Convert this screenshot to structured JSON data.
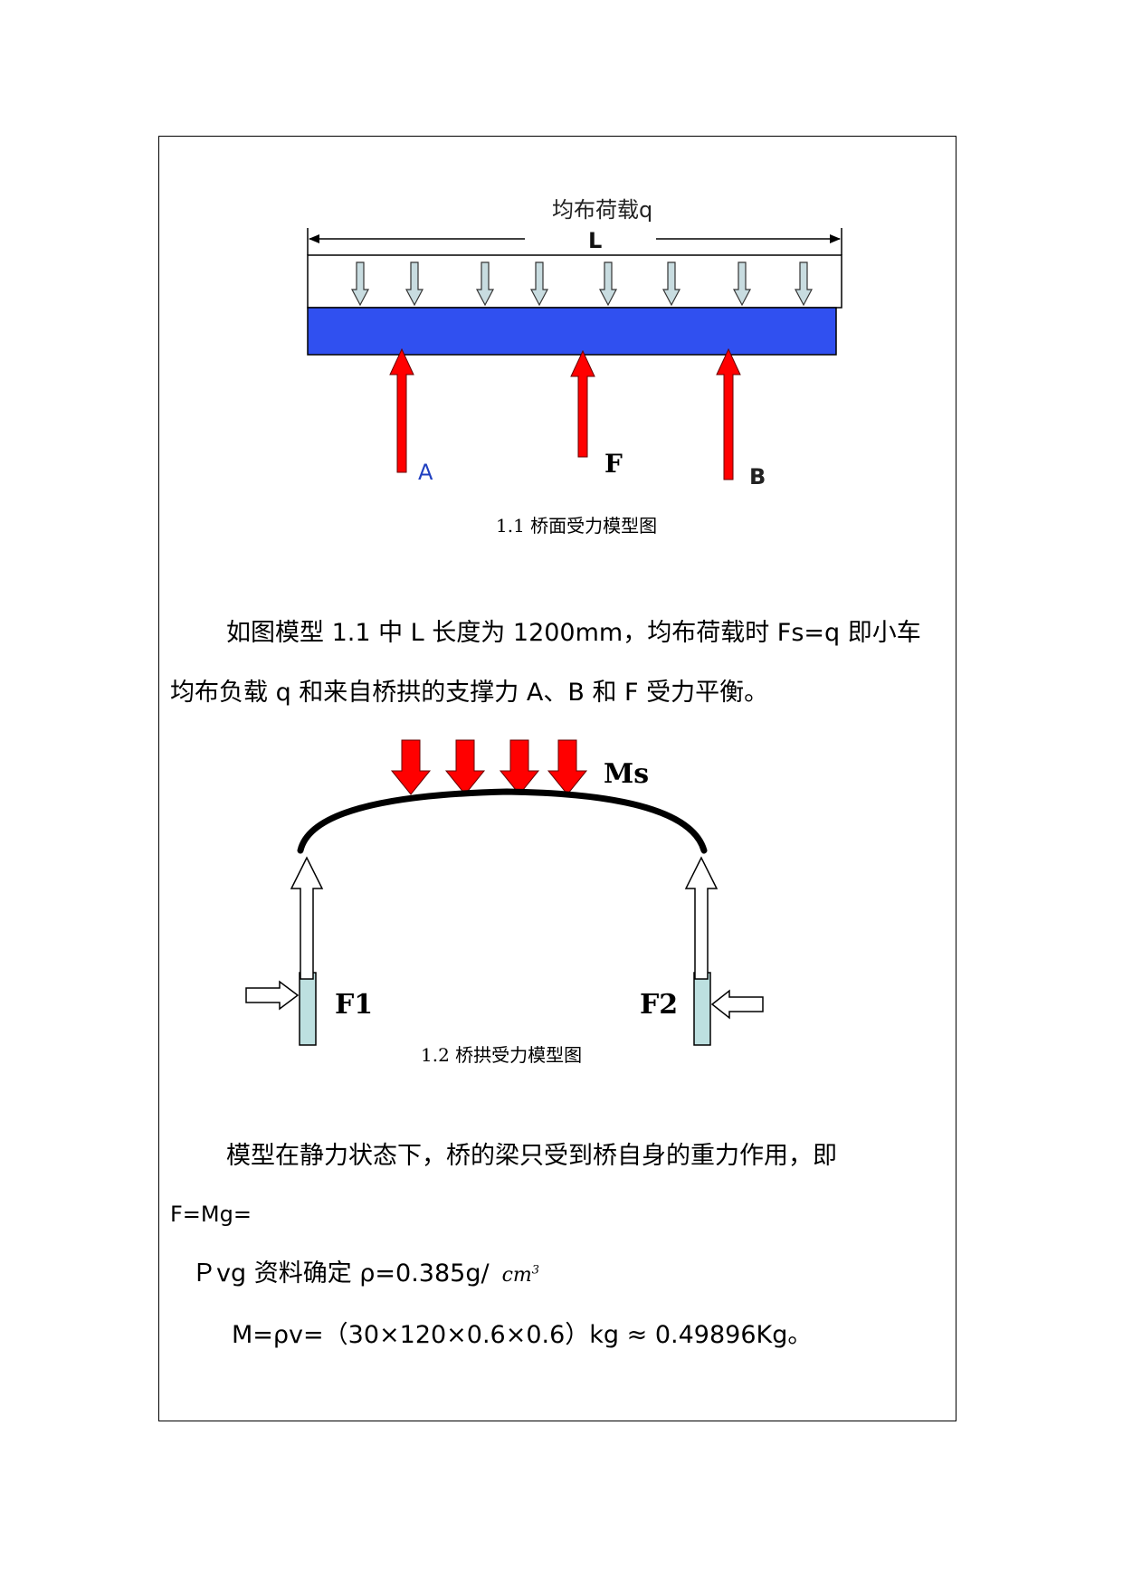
{
  "figure1": {
    "load_label": "均布荷载q",
    "length_label": "L",
    "label_a": "A",
    "label_f": "F",
    "label_b": "B",
    "caption": "1.1  桥面受力模型图"
  },
  "paragraph1": {
    "line1": "如图模型 1.1 中 L 长度为 1200mm，均布荷载时 Fs=q 即小车",
    "line2": "均布负载 q 和来自桥拱的支撑力 A、B 和 F 受力平衡。"
  },
  "figure2": {
    "label_ms": "Ms",
    "label_f1": "F1",
    "label_f2": "F2",
    "caption": "1.2  桥拱受力模型图"
  },
  "paragraph2": {
    "line1": "模型在静力状态下，桥的梁只受到桥自身的重力作用，即",
    "line2": "F=Mg=",
    "line3": "Ｐvg  资料确定  ρ=0.385g/",
    "unit_base": "cm",
    "unit_exp": "3",
    "line4": "M=ρv=（30×120×0.6×0.6）kg ≈  0.49896Kg。"
  },
  "colors": {
    "beam": "#3050F0",
    "support_arrow": "#FF0000",
    "load_arrow_fill": "#C8DCE0",
    "post_fill": "#BDE0E0",
    "label_blue": "#2040C0"
  }
}
